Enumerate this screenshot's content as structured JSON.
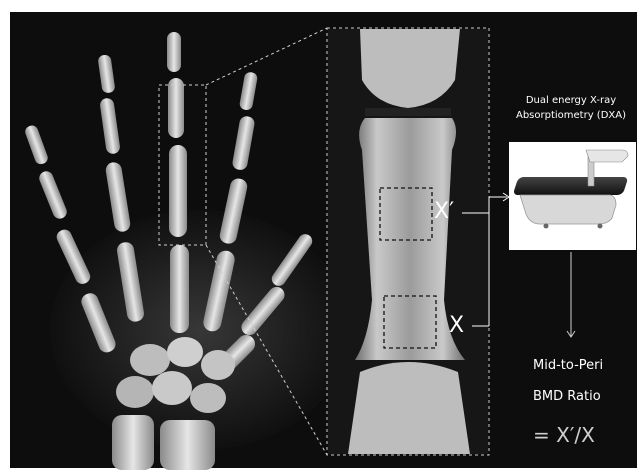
{
  "dxa": {
    "title_line1": "Dual energy X-ray",
    "title_line2": "Absorptiometry (DXA)"
  },
  "regions": {
    "x_prime_label": "X′",
    "x_label": "X"
  },
  "result": {
    "line1": "Mid-to-Peri",
    "line2": "BMD Ratio",
    "formula": "= X′/X"
  },
  "colors": {
    "background": "#0d0d0d",
    "bone": "#d9d9d9",
    "guide_lines": "#cfcfcf",
    "text": "#ffffff"
  },
  "icons": {
    "scanner": "dxa-scanner-icon",
    "arrow": "down-arrow-icon"
  }
}
